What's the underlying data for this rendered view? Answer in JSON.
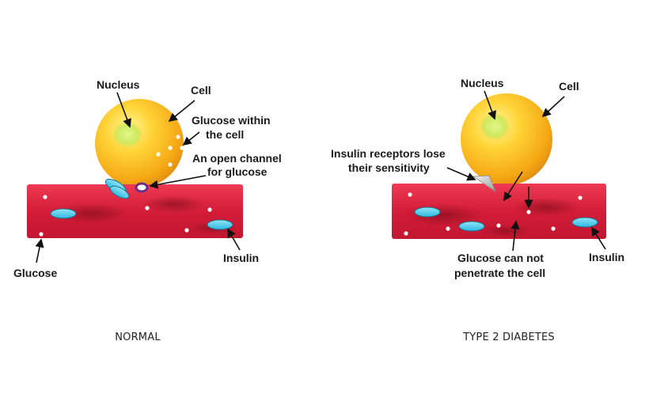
{
  "normal": {
    "caption": "NORMAL",
    "labels": {
      "nucleus": "Nucleus",
      "cell": "Cell",
      "glucose_within_1": "Glucose within",
      "glucose_within_2": "the cell",
      "open_channel_1": "An open channel",
      "open_channel_2": "for glucose",
      "glucose": "Glucose",
      "insulin": "Insulin"
    }
  },
  "diabetes": {
    "caption": "TYPE 2 DIABETES",
    "labels": {
      "nucleus": "Nucleus",
      "cell": "Cell",
      "receptors_1": "Insulin receptors lose",
      "receptors_2": "their sensitivity",
      "cannot_1": "Glucose can not",
      "cannot_2": "penetrate the cell",
      "insulin": "Insulin"
    }
  },
  "colors": {
    "vessel": "#d81f3a",
    "vessel_dark": "#8c0f22",
    "cell": "#f5b21a",
    "cell_light": "#fff36a",
    "nucleus": "#cfee63",
    "insulin": "#5ad0ee",
    "channel": "#6a2f84"
  }
}
